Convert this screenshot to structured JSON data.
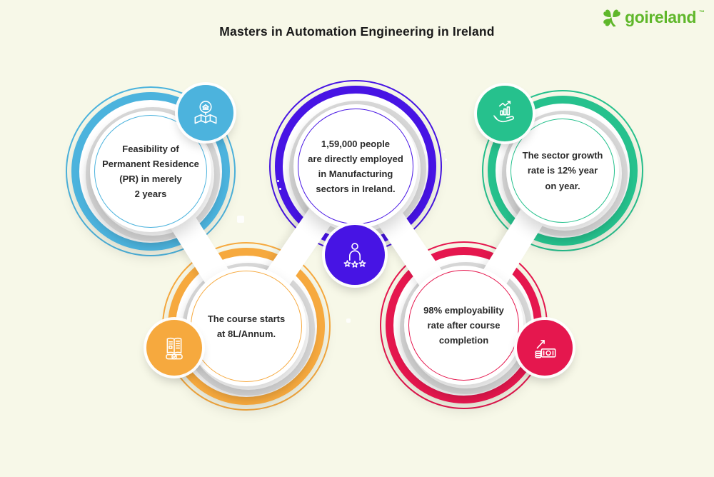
{
  "page": {
    "background_color": "#f7f8e8",
    "title": "Masters in Automation Engineering in Ireland"
  },
  "logo": {
    "name": "goireland",
    "trademark": "™",
    "color": "#5fb72a",
    "icon": "shamrock-icon"
  },
  "bubbles": [
    {
      "label": "permanent-residence",
      "color": "#4cb3dd",
      "icon": "residence-map-pin-icon",
      "text": "Feasibility of\nPermanent Residence\n(PR) in merely\n2 years"
    },
    {
      "label": "manufacturing-employment",
      "color": "#4714e4",
      "icon": "employee-rating-icon",
      "text": "1,59,000 people\nare directly employed\nin Manufacturing\nsectors in Ireland."
    },
    {
      "label": "sector-growth",
      "color": "#26c18d",
      "icon": "growth-chart-hand-icon",
      "text": "The sector growth\nrate is 12% year\non year."
    },
    {
      "label": "course-fees",
      "color": "#f6a93e",
      "icon": "course-book-icon",
      "text": "The course starts\nat 8L/Annum."
    },
    {
      "label": "employability",
      "color": "#e5174e",
      "icon": "money-growth-icon",
      "text": "98% employability\nrate after course\ncompletion"
    }
  ]
}
